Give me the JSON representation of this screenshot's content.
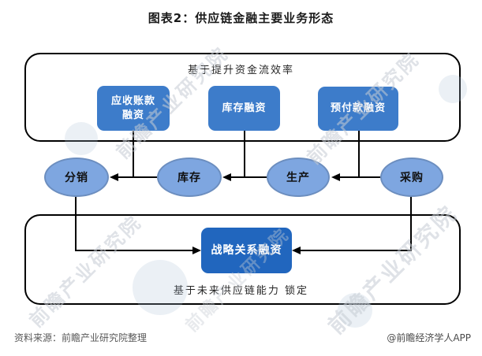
{
  "title": "图表2：供应链金融主要业务形态",
  "top_group": {
    "label": "基于提升资金流效率",
    "boxes": [
      {
        "label": "应收账款融资"
      },
      {
        "label": "库存融资"
      },
      {
        "label": "预付款融资"
      }
    ]
  },
  "chain_nodes": [
    {
      "label": "分销"
    },
    {
      "label": "库存"
    },
    {
      "label": "生产"
    },
    {
      "label": "采购"
    }
  ],
  "bottom_group": {
    "box_label": "战略关系融资",
    "label": "基于未来供应链能力 锁定"
  },
  "footer": {
    "source": "资料来源：前瞻产业研究院整理",
    "brand": "@前瞻经济学人APP"
  },
  "watermark": {
    "text": "前瞻产业研究院"
  },
  "colors": {
    "financing_box_blue": "#3D7CCA",
    "strategy_box_blue": "#2166BE",
    "ellipse_fill": "#7EA6E0",
    "ellipse_stroke": "#6C8EBF",
    "line_black": "#000000",
    "footer_gray": "#595959"
  }
}
